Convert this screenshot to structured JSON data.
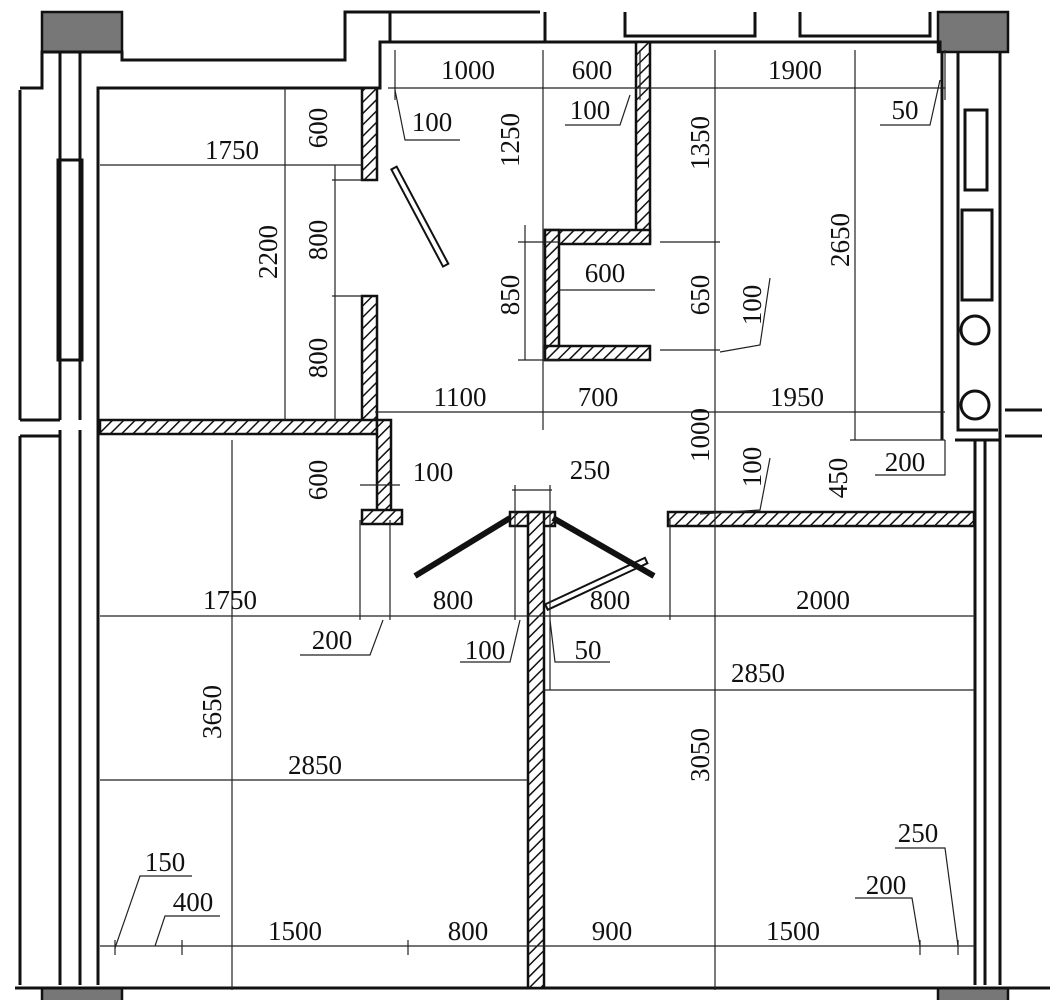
{
  "title": "Floor plan with dimensions (mm)",
  "dimensions": {
    "horizontal": [
      {
        "id": "top-1000",
        "text": "1000"
      },
      {
        "id": "top-600",
        "text": "600"
      },
      {
        "id": "top-1900",
        "text": "1900"
      },
      {
        "id": "leader-100-a",
        "text": "100"
      },
      {
        "id": "leader-100-b",
        "text": "100"
      },
      {
        "id": "leader-50-top",
        "text": "50"
      },
      {
        "id": "room-1750-top",
        "text": "1750"
      },
      {
        "id": "niche-600",
        "text": "600"
      },
      {
        "id": "mid-1100",
        "text": "1100"
      },
      {
        "id": "mid-700",
        "text": "700"
      },
      {
        "id": "mid-1950",
        "text": "1950"
      },
      {
        "id": "hall-100",
        "text": "100"
      },
      {
        "id": "hall-250",
        "text": "250"
      },
      {
        "id": "hall-200",
        "text": "200"
      },
      {
        "id": "room-1750-bottom",
        "text": "1750"
      },
      {
        "id": "door-800-left",
        "text": "800"
      },
      {
        "id": "door-800-right",
        "text": "800"
      },
      {
        "id": "room-2000",
        "text": "2000"
      },
      {
        "id": "leader-200",
        "text": "200"
      },
      {
        "id": "leader-100-c",
        "text": "100"
      },
      {
        "id": "leader-50-mid",
        "text": "50"
      },
      {
        "id": "room-2850-right",
        "text": "2850"
      },
      {
        "id": "room-2850-left",
        "text": "2850"
      },
      {
        "id": "leader-150",
        "text": "150"
      },
      {
        "id": "leader-400",
        "text": "400"
      },
      {
        "id": "leader-250",
        "text": "250"
      },
      {
        "id": "leader-200-bottom",
        "text": "200"
      },
      {
        "id": "bottom-1500-left",
        "text": "1500"
      },
      {
        "id": "bottom-800",
        "text": "800"
      },
      {
        "id": "bottom-900",
        "text": "900"
      },
      {
        "id": "bottom-1500-right",
        "text": "1500"
      }
    ],
    "vertical": [
      {
        "id": "v-600-top",
        "text": "600"
      },
      {
        "id": "v-2200",
        "text": "2200"
      },
      {
        "id": "v-800-a",
        "text": "800"
      },
      {
        "id": "v-800-b",
        "text": "800"
      },
      {
        "id": "v-1250",
        "text": "1250"
      },
      {
        "id": "v-850",
        "text": "850"
      },
      {
        "id": "v-1350",
        "text": "1350"
      },
      {
        "id": "v-650",
        "text": "650"
      },
      {
        "id": "v-100-niche",
        "text": "100"
      },
      {
        "id": "v-2650",
        "text": "2650"
      },
      {
        "id": "v-1000",
        "text": "1000"
      },
      {
        "id": "v-100-hall",
        "text": "100"
      },
      {
        "id": "v-450",
        "text": "450"
      },
      {
        "id": "v-600-hall",
        "text": "600"
      },
      {
        "id": "v-3650",
        "text": "3650"
      },
      {
        "id": "v-3050",
        "text": "3050"
      }
    ]
  }
}
